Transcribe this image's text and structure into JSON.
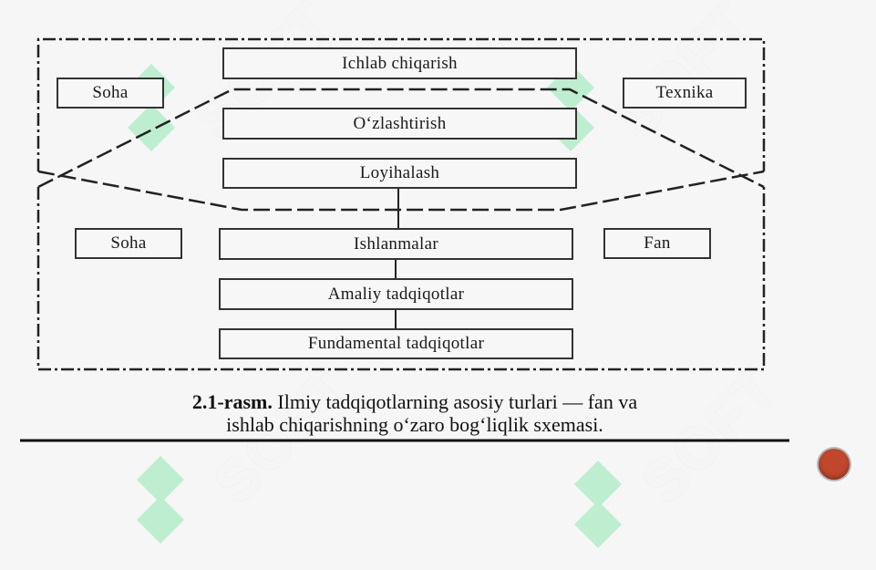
{
  "diagram": {
    "boxes": {
      "ichlab": "Ichlab chiqarish",
      "ozlashtirish": "O‘zlashtirish",
      "loyihalash": "Loyihalash",
      "ishlanmalar": "Ishlanmalar",
      "amaliy": "Amaliy tadqiqotlar",
      "fundamental": "Fundamental tadqiqotlar",
      "soha_top": "Soha",
      "texnika": "Texnika",
      "soha_bottom": "Soha",
      "fan": "Fan"
    }
  },
  "caption": {
    "label": "2.1-rasm.",
    "line1": "Ilmiy tadqiqotlarning asosiy turlari — fan va",
    "line2": "ishlab chiqarishning o‘zaro bog‘liqlik sxemasi."
  },
  "watermark": {
    "text": "SOFT",
    "color": "#2fd17a"
  },
  "nav": {
    "button_color": "#c0472c"
  }
}
